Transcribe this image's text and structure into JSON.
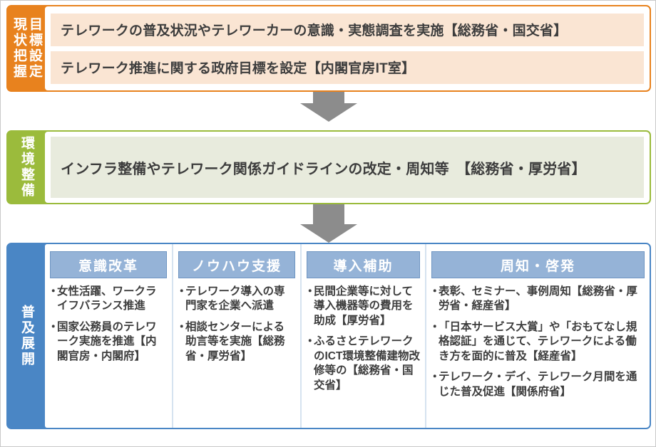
{
  "colors": {
    "stage1_accent": "#E8821E",
    "stage1_fill": "#FAE5D3",
    "stage2_accent": "#9BBB3C",
    "stage2_fill": "#E8EBDD",
    "stage3_accent": "#4A86C5",
    "stage3_header": "#95B3D7",
    "arrow": "#8C8C8C"
  },
  "stage1": {
    "label_col_right": "目標設定",
    "label_col_left": "現状把握",
    "items": [
      "テレワークの普及状況やテレワーカーの意識・実態調査を実施【総務省・国交省】",
      "テレワーク推進に関する政府目標を設定【内閣官房IT室】"
    ]
  },
  "arrow1": {
    "icon": "arrow-down-icon"
  },
  "stage2": {
    "label": "環境整備",
    "items": [
      "インフラ整備やテレワーク関係ガイドラインの改定・周知等　【総務省・厚労省】"
    ]
  },
  "arrow2": {
    "icon": "arrow-down-icon"
  },
  "stage3": {
    "label": "普及展開",
    "columns": [
      {
        "header": "意識改革",
        "bullets": [
          "女性活躍、ワークライフバランス推進",
          "国家公務員のテレワーク実施を推進【内閣官房・内閣府】"
        ]
      },
      {
        "header": "ノウハウ支援",
        "bullets": [
          "テレワーク導入の専門家を企業へ派遣",
          "相談センターによる助言等を実施【総務省・厚労省】"
        ]
      },
      {
        "header": "導入補助",
        "bullets": [
          "民間企業等に対して導入機器等の費用を助成【厚労省】",
          "ふるさとテレワークのICT環境整備建物改修等の【総務省・国交省】"
        ]
      },
      {
        "header": "周知・啓発",
        "bullets": [
          "表彰、セミナー、事例周知【総務省・厚労省・経産省】",
          "「日本サービス大賞」や「おもてなし規格認証」を通じて、テレワークによる働き方を面的に普及【経産省】",
          "テレワーク・デイ、テレワーク月間を通じた普及促進【関係府省】"
        ]
      }
    ]
  }
}
